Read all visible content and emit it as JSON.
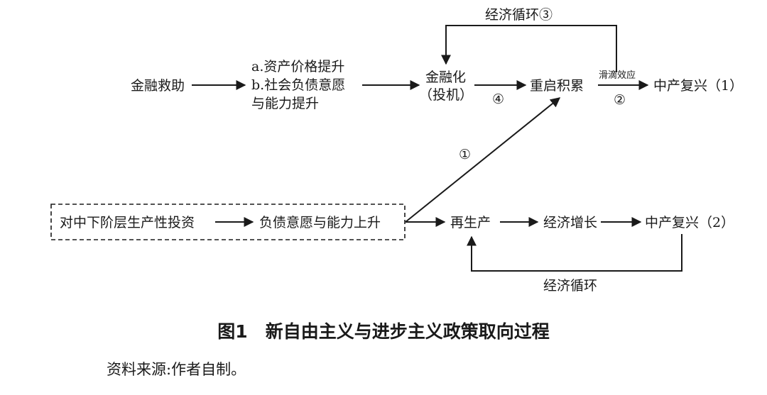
{
  "nodes": {
    "financial_rescue": "金融救助",
    "asset_price_a": "a.资产价格提升",
    "social_debt_b1": "b.社会负债意愿",
    "social_debt_b2": "与能力提升",
    "financialization_1": "金融化",
    "financialization_2": "（投机）",
    "restart_accumulation": "重启积累",
    "middle_revival_1": "中产复兴（1）",
    "invest_middle_lower": "对中下阶层生产性投资",
    "debt_capacity_up": "负债意愿与能力上升",
    "reproduction": "再生产",
    "economic_growth": "经济增长",
    "middle_revival_2": "中产复兴（2）"
  },
  "edge_labels": {
    "economic_cycle_3": "经济循环③",
    "trickle_down": "滑滴效应",
    "circle_2": "②",
    "circle_4": "④",
    "circle_1": "①",
    "economic_cycle": "经济循环"
  },
  "caption": "图1　新自由主义与进步主义政策取向过程",
  "source_note": "资料来源:作者自制。"
}
